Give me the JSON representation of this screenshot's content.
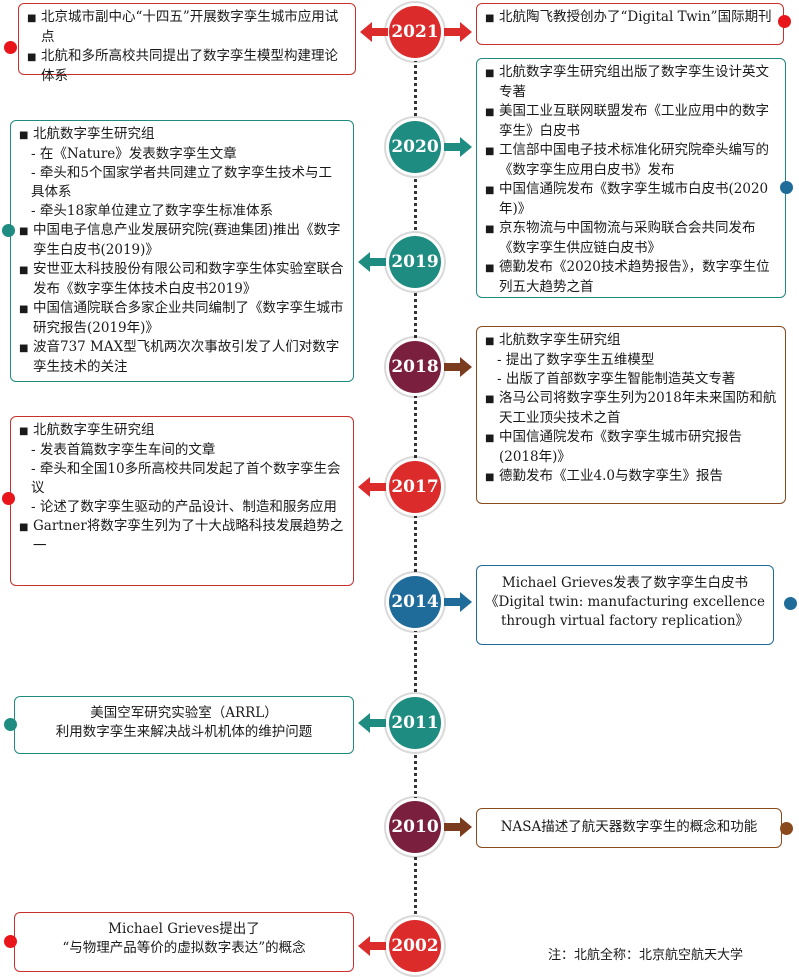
{
  "colors": {
    "red": "#dc2b2b",
    "teal": "#1e8c80",
    "maroon": "#7a1f3d",
    "blue": "#1f6b99",
    "brown": "#8a4a1e",
    "dot_red": "#e8161b"
  },
  "years": {
    "y2021": "2021",
    "y2020": "2020",
    "y2019": "2019",
    "y2018": "2018",
    "y2017": "2017",
    "y2014": "2014",
    "y2011": "2011",
    "y2010": "2010",
    "y2002": "2002"
  },
  "box2021L": {
    "i1": "北京城市副中心“十四五”开展数字孪生城市应用试点",
    "i2": "北航和多所高校共同提出了数字孪生模型构建理论体系"
  },
  "box2021R": {
    "i1": "北航陶飞教授创办了“Digital Twin”国际期刊"
  },
  "box2020R": {
    "i1": "北航数字孪生研究组出版了数字孪生设计英文专著",
    "i2": "美国工业互联网联盟发布《工业应用中的数字孪生》白皮书",
    "i3": "工信部中国电子技术标准化研究院牵头编写的《数字孪生应用白皮书》发布",
    "i4": "中国信通院发布《数字孪生城市白皮书(2020年)》",
    "i5": "京东物流与中国物流与采购联合会共同发布《数字孪生供应链白皮书》",
    "i6": "德勤发布《2020技术趋势报告》，数字孪生位列五大趋势之首"
  },
  "box2020L": {
    "head": "北航数字孪生研究组",
    "s1": "- 在《Nature》发表数字孪生文章",
    "s2": "- 牵头和5个国家学者共同建立了数字孪生技术与工具体系",
    "s3": "- 牵头18家单位建立了数字孪生标准体系",
    "i2": "中国电子信息产业发展研究院(赛迪集团)推出《数字孪生白皮书(2019)》",
    "i3": "安世亚太科技股份有限公司和数字孪生体实验室联合发布《数字孪生体技术白皮书2019》",
    "i4": "中国信通院联合多家企业共同编制了《数字孪生城市研究报告(2019年)》",
    "i5": "波音737 MAX型飞机两次次事故引发了人们对数字孪生技术的关注"
  },
  "box2018R": {
    "head": "北航数字孪生研究组",
    "s1": "- 提出了数字孪生五维模型",
    "s2": "- 出版了首部数字孪生智能制造英文专著",
    "i2": "洛马公司将数字孪生列为2018年未来国防和航天工业顶尖技术之首",
    "i3": "中国信通院发布《数字孪生城市研究报告(2018年)》",
    "i4": "德勤发布《工业4.0与数字孪生》报告"
  },
  "box2017L": {
    "head": "北航数字孪生研究组",
    "s1": "- 发表首篇数字孪生车间的文章",
    "s2": "- 牵头和全国10多所高校共同发起了首个数字孪生会议",
    "s3": "- 论述了数字孪生驱动的产品设计、制造和服务应用",
    "i2": "Gartner将数字孪生列为了十大战略科技发展趋势之一"
  },
  "box2014R": {
    "l1": "Michael Grieves发表了数字孪生白皮书",
    "l2": "《Digital twin: manufacturing excellence through virtual factory replication》"
  },
  "box2011L": {
    "l1": "美国空军研究实验室（ARRL）",
    "l2": "利用数字孪生来解决战斗机机体的维护问题"
  },
  "box2010R": {
    "l1": "NASA描述了航天器数字孪生的概念和功能"
  },
  "box2002L": {
    "l1": "Michael Grieves提出了",
    "l2": "“与物理产品等价的虚拟数字表达”的概念"
  },
  "note": "注：北航全称：北京航空航天大学"
}
